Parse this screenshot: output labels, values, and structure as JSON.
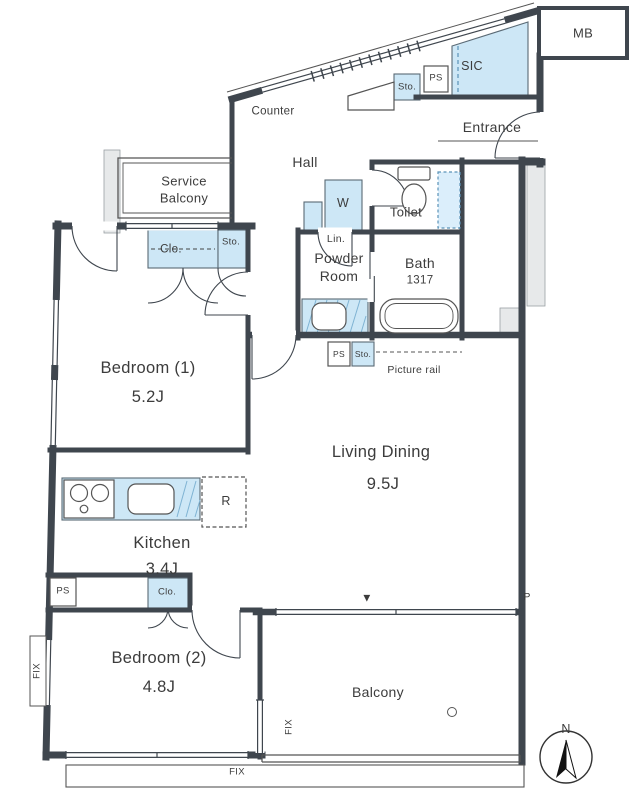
{
  "colors": {
    "wall": "#3f464e",
    "fixture_blue": "#cde7f6",
    "slab_gray": "#e7e9ea",
    "accent_blue_dash": "#5b93b8",
    "text": "#3c3c3c"
  },
  "labels": {
    "mb": "MB",
    "sic": "SIC",
    "ps_top": "PS",
    "sto_top": "Sto.",
    "counter": "Counter",
    "entrance": "Entrance",
    "hall": "Hall",
    "service_line1": "Service",
    "service_line2": "Balcony",
    "clo_bed1": "Clo.",
    "sto_bed1": "Sto.",
    "w": "W",
    "lin": "Lin.",
    "toilet": "Toilet",
    "powder_line1": "Powder",
    "powder_line2": "Room",
    "bath": "Bath",
    "bath_size": "1317",
    "ps_mid": "PS",
    "sto_mid": "Sto.",
    "picture_rail": "Picture rail",
    "bedroom1_name": "Bedroom (1)",
    "bedroom1_size": "5.2J",
    "living_name": "Living Dining",
    "living_size": "9.5J",
    "kitchen_name": "Kitchen",
    "kitchen_size": "3.4J",
    "fridge": "R",
    "ps_bottom": "PS",
    "clo_bed2": "Clo.",
    "bedroom2_name": "Bedroom (2)",
    "bedroom2_size": "4.8J",
    "balcony": "Balcony",
    "pillar": "P",
    "fix_left": "FIX",
    "fix_mid": "FIX",
    "fix_bottom": "FIX",
    "north": "N",
    "balcony_marker": "▼"
  }
}
